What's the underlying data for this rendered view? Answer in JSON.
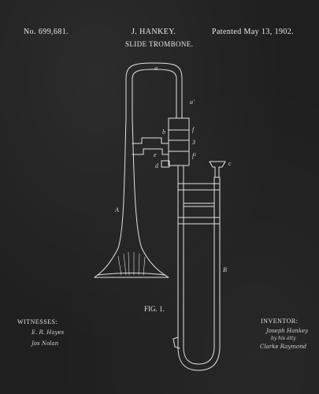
{
  "header": {
    "patent_number": "No. 699,681.",
    "inventor": "J. HANKEY.",
    "date": "Patented May 13, 1902.",
    "title": "SLIDE TROMBONE."
  },
  "figure_label": "FIG. 1.",
  "drawing_labels": {
    "a": "a",
    "a_prime": "a'",
    "A": "A",
    "B": "B",
    "b": "b",
    "c": "c",
    "e": "e",
    "d": "d",
    "f": "f",
    "f2": "f²",
    "three": "3"
  },
  "witnesses": {
    "title": "WITNESSES:",
    "sig1": "E. R. Hayes",
    "sig2": "Jos Nolan"
  },
  "inventor_block": {
    "title": "INVENTOR:",
    "sig1": "Joseph Hankey",
    "sig2": "by his atty",
    "sig3": "Clarke Raymond"
  },
  "colors": {
    "background": "#1f1f1f",
    "ink": "#e6e6e6"
  }
}
